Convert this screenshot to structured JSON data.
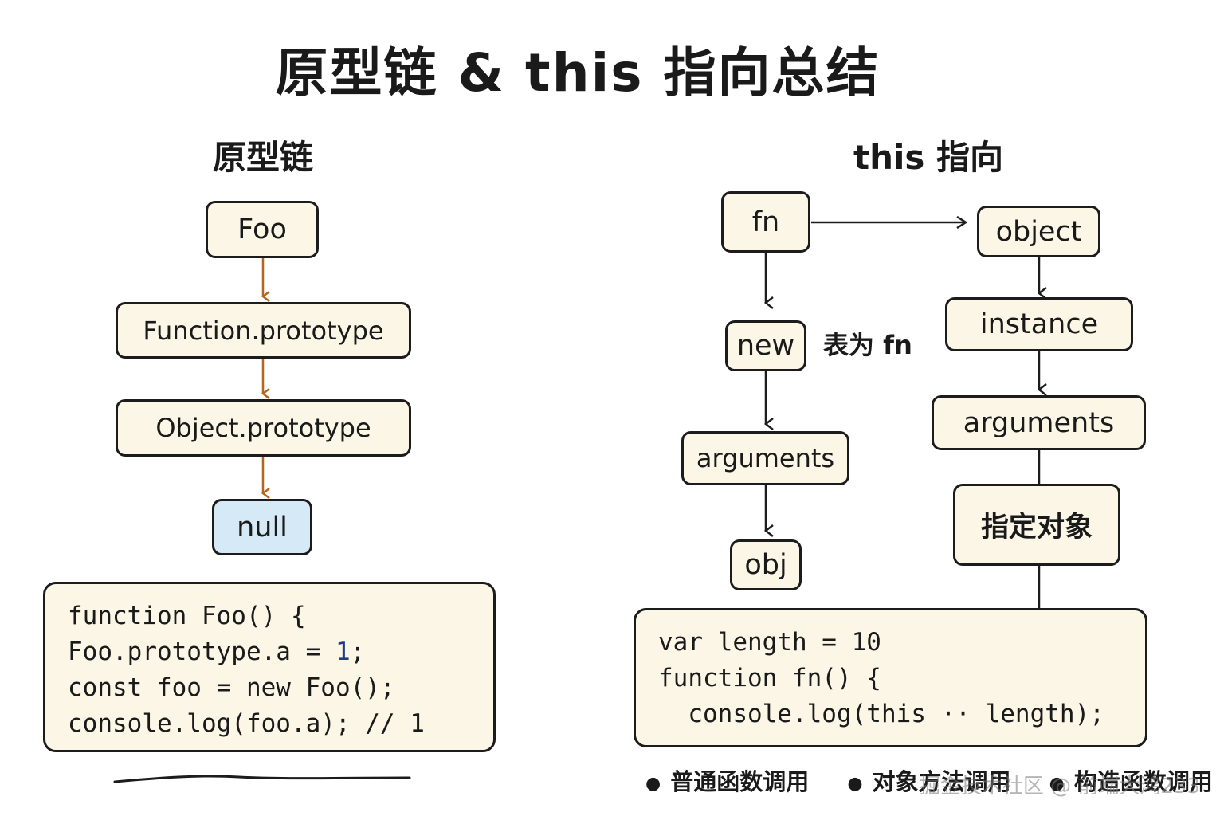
{
  "title": "原型链 & this 指向总结",
  "left": {
    "heading": "原型链",
    "nodes": [
      "Foo",
      "Function.prototype",
      "Object.prototype",
      "null"
    ],
    "code": [
      "function Foo() {",
      "Foo.prototype.a = ",
      "1",
      ";",
      "const foo = new Foo();",
      "console.log(foo.a); // 1"
    ]
  },
  "right": {
    "heading": "this 指向",
    "nodes": {
      "fn": "fn",
      "object": "object",
      "new": "new",
      "instance": "instance",
      "arguments_left": "arguments",
      "arguments_right": "arguments",
      "obj": "obj",
      "specified": "指定对象"
    },
    "new_label": "表为 fn",
    "code": [
      "var length = 10",
      "function fn() {",
      "  console.log(this ·· length);"
    ]
  },
  "bullets": [
    "普通函数调用",
    "对象方法调用",
    "构造函数调用"
  ],
  "watermark": "掘金技术社区 @ 前端大鸿233",
  "colors": {
    "node_fill": "#fbf6e6",
    "null_fill": "#d5e9f7",
    "arrow_brown": "#b5651d",
    "line_black": "#1c1c1c",
    "number_blue": "#1f3a8a"
  }
}
